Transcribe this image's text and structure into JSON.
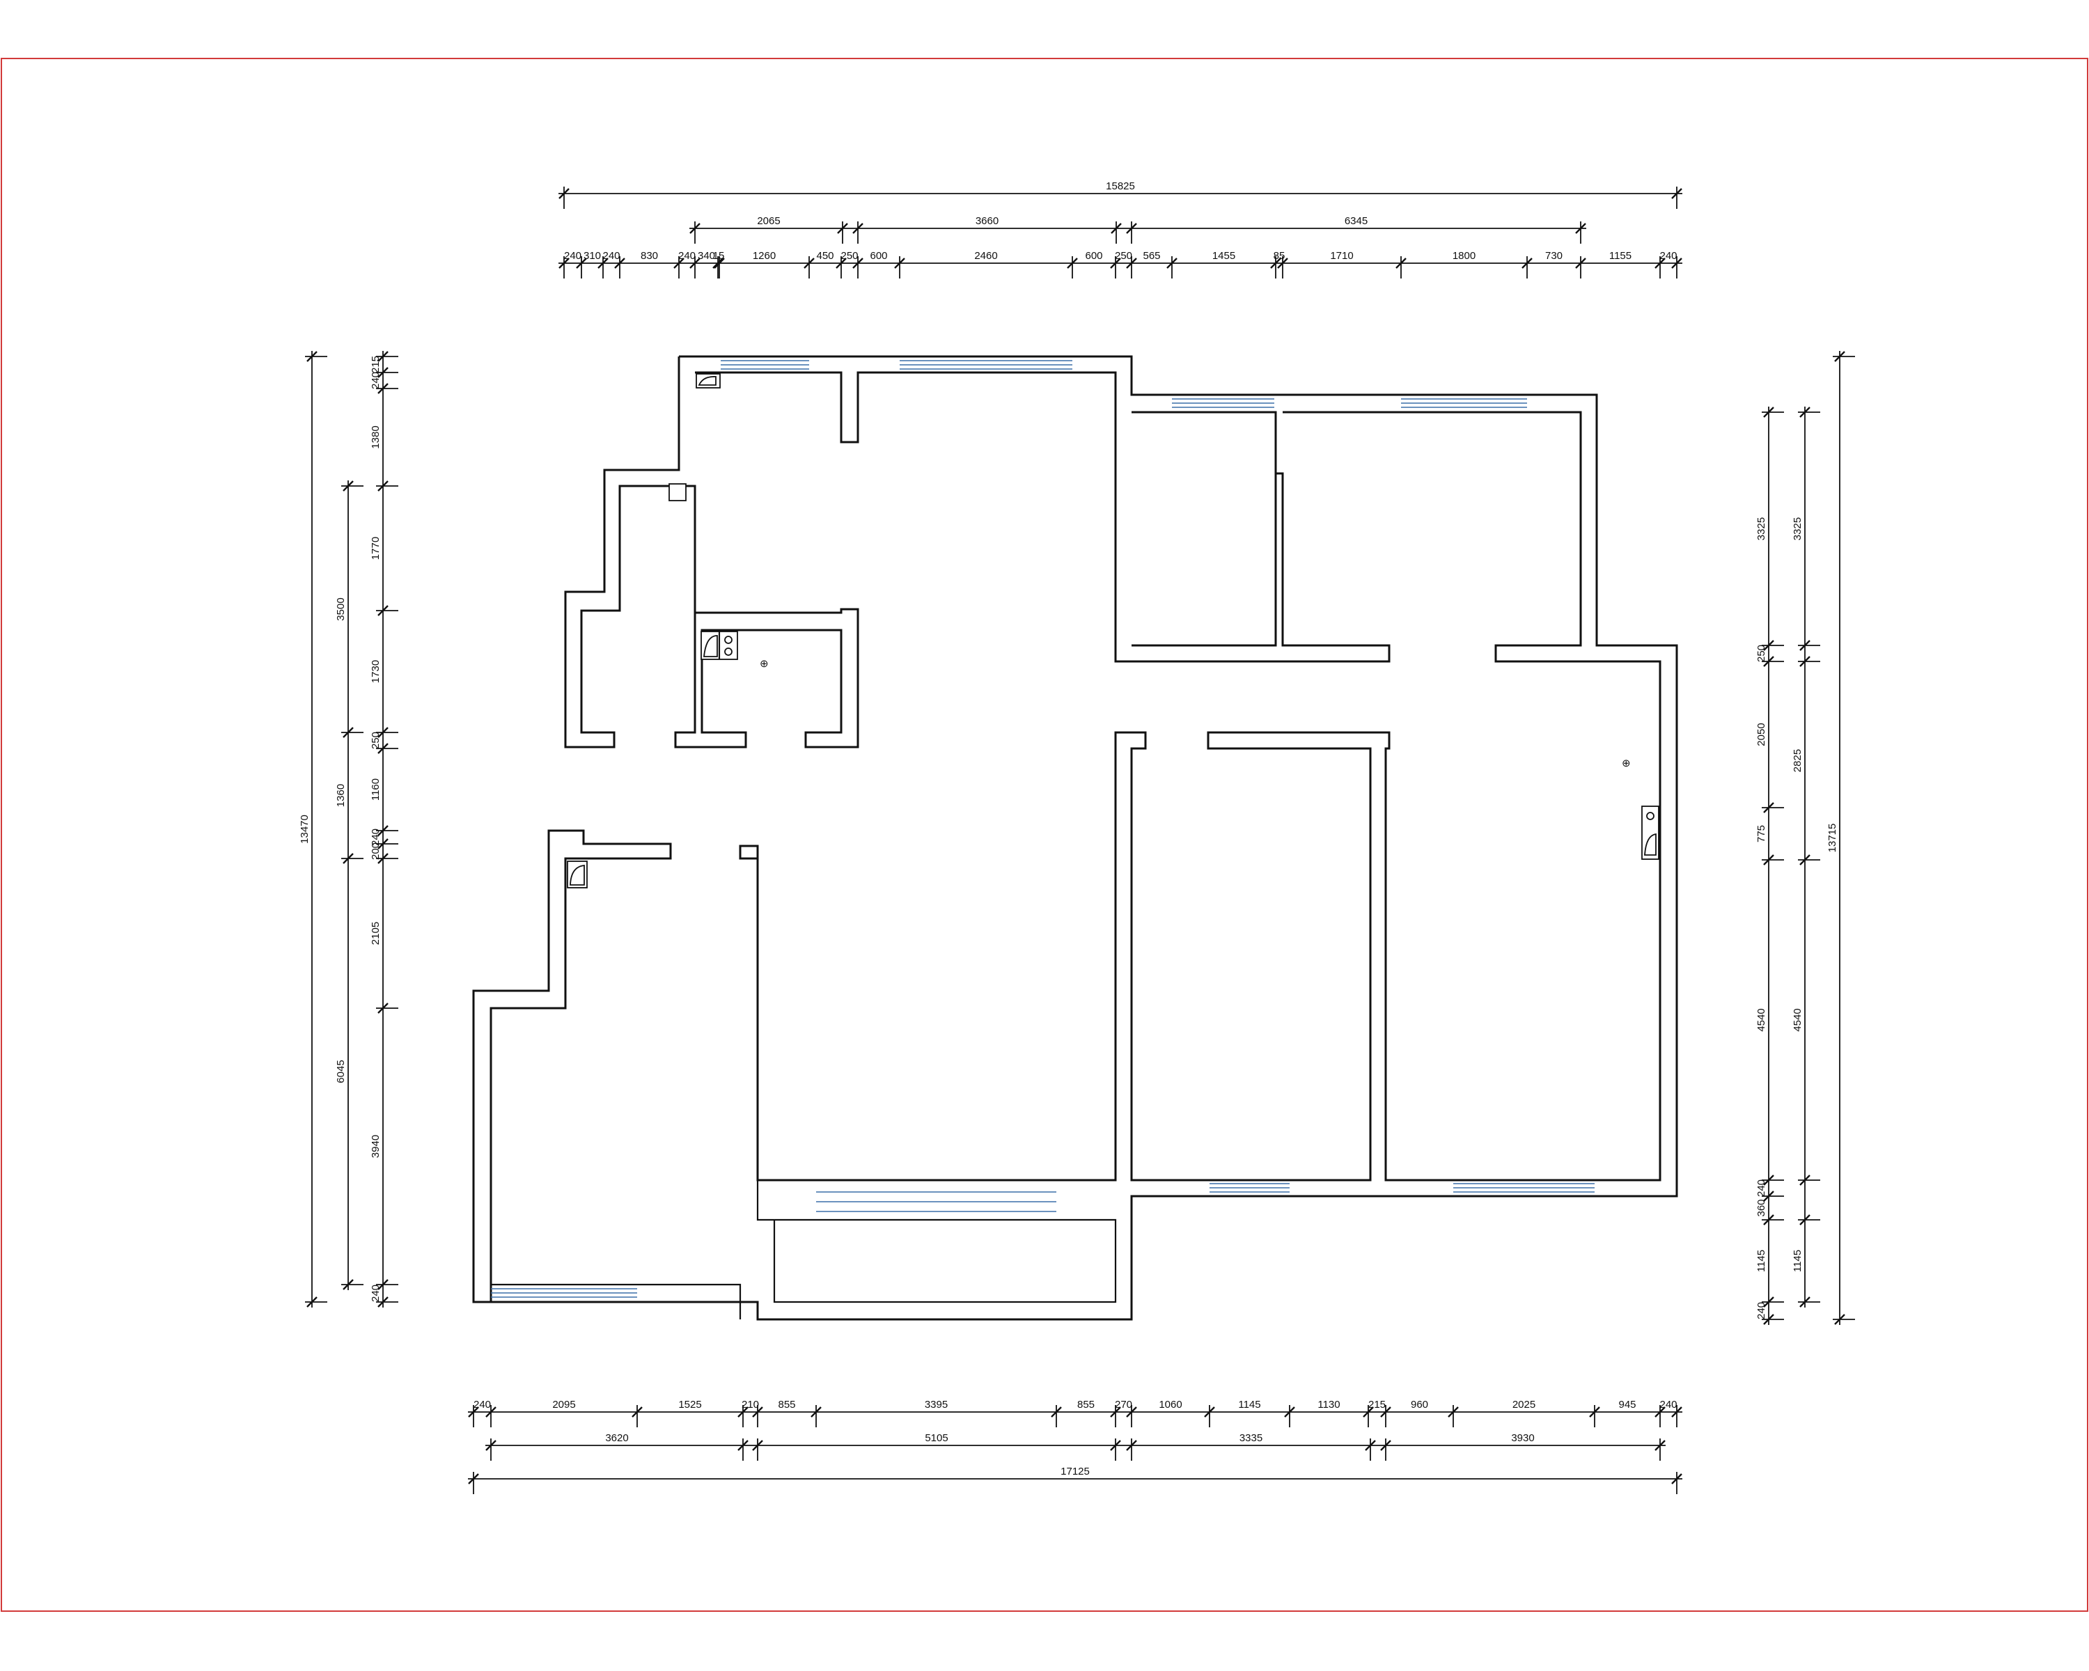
{
  "drawing": {
    "frame_color": "#d23a3a",
    "wall_color": "#111111",
    "window_color": "#3a6ea8"
  },
  "dimensions": {
    "top_overall": "15825",
    "top_mid": [
      "2065",
      "3660",
      "6345"
    ],
    "top_detail": [
      "240",
      "310",
      "240",
      "830",
      "240",
      "340",
      "15",
      "1260",
      "450",
      "250",
      "600",
      "2460",
      "600",
      "250",
      "565",
      "1455",
      "85",
      "1710",
      "1800",
      "730",
      "1155",
      "240"
    ],
    "bottom_detail": [
      "240",
      "2095",
      "1525",
      "210",
      "855",
      "3395",
      "855",
      "270",
      "1060",
      "1145",
      "1130",
      "215",
      "960",
      "2025",
      "945",
      "240"
    ],
    "bottom_mid": [
      "3620",
      "5105",
      "3335",
      "3930"
    ],
    "bottom_overall": "17125",
    "left_overall": "13470",
    "left_mid": [
      "3500",
      "1360",
      "6045"
    ],
    "left_detail": [
      "215",
      "240",
      "1380",
      "1770",
      "1730",
      "250",
      "1160",
      "240",
      "200",
      "2105",
      "3940",
      "240"
    ],
    "right_overall": "13715",
    "right_mid": [
      "3325",
      "2825",
      "4540",
      "1145"
    ],
    "right_detail": [
      "3325",
      "250",
      "2050",
      "775",
      "4540",
      "240",
      "360",
      "1145",
      "240"
    ]
  },
  "symbols": {
    "floor_drain_icon": "⊕"
  }
}
